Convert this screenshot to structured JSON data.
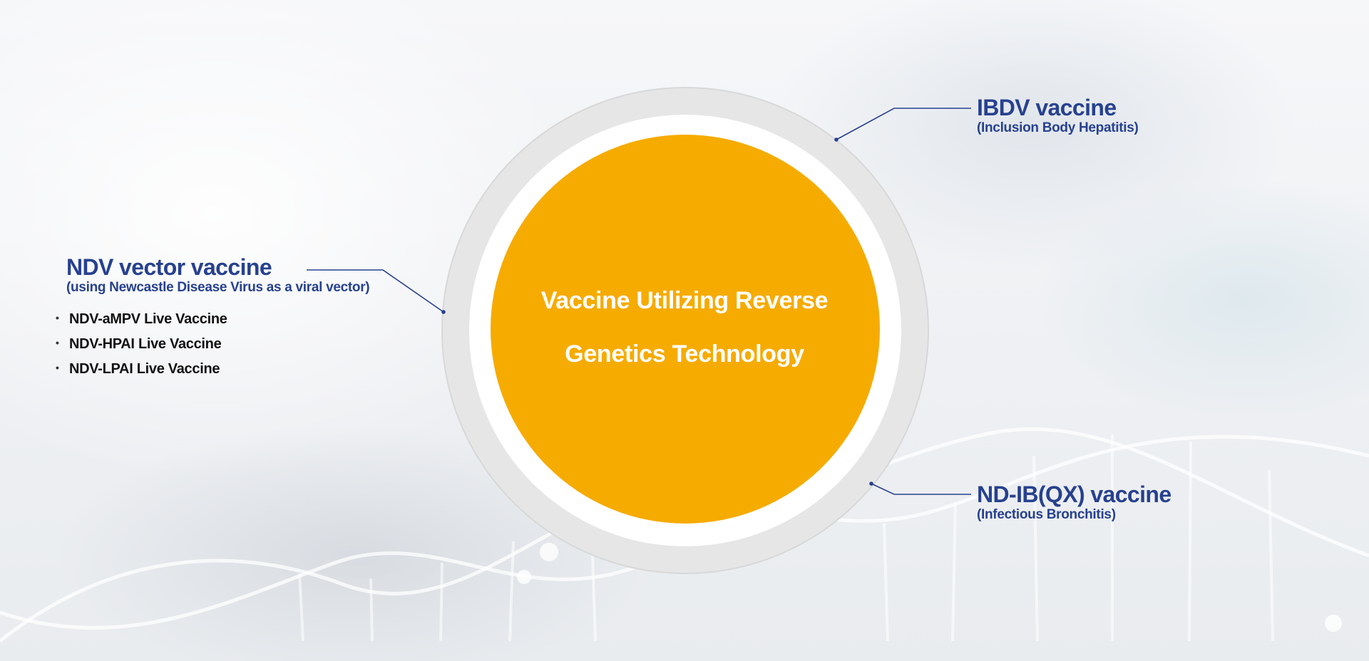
{
  "center": {
    "label_line1": "Vaccine Utilizing Reverse",
    "label_line2": "Genetics Technology"
  },
  "callouts": {
    "ndv": {
      "title": "NDV vector vaccine",
      "subtitle": "(using Newcastle Disease Virus as a viral vector)",
      "items": [
        "NDV-aMPV Live Vaccine",
        "NDV-HPAI Live Vaccine",
        "NDV-LPAI Live Vaccine"
      ]
    },
    "ibdv": {
      "title": "IBDV vaccine",
      "subtitle": "(Inclusion Body Hepatitis)"
    },
    "ndib": {
      "title": "ND-IB(QX) vaccine",
      "subtitle": "(Infectious Bronchitis)"
    }
  },
  "colors": {
    "accent_orange": "#f6ab00",
    "navy": "#27418f",
    "outer_ring": "#e6e6e6",
    "text_dark": "#111111"
  }
}
